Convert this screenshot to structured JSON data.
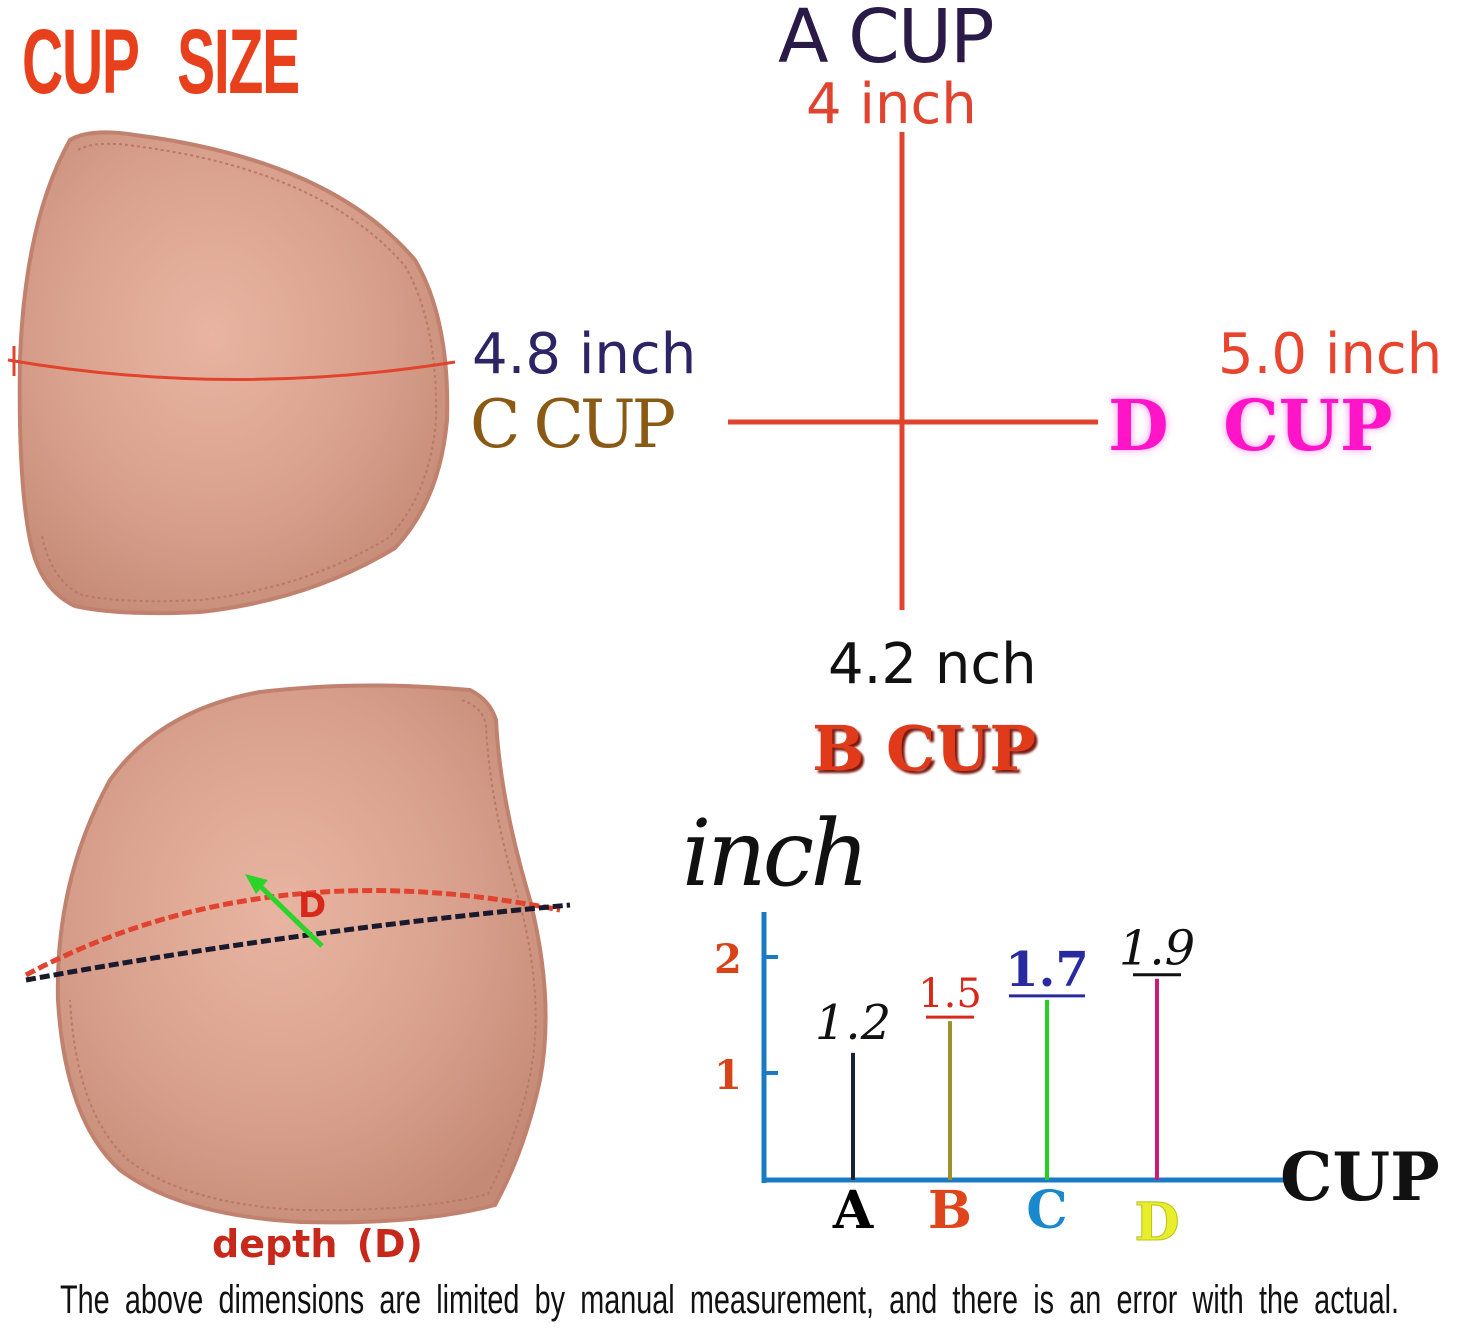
{
  "title": "CUP SIZE",
  "footer_note": "The above dimensions are limited by manual measurement, and there is an error with the actual.",
  "diagram": {
    "top": {
      "measure": "4 inch",
      "cup": "A CUP"
    },
    "bottom": {
      "measure": "4.2 nch",
      "cup": "B CUP"
    },
    "left": {
      "measure": "4.8 inch",
      "cup": "C CUP"
    },
    "right": {
      "measure": "5.0 inch",
      "cup": "D CUP"
    },
    "depth_label": "depth (D)",
    "depth_marker": "D"
  },
  "colors": {
    "title": "#e8401c",
    "cross_lines": "#e0442e",
    "pad": "#dba390",
    "a_cup": "#2a1a48",
    "b_cup": "#e03a1a",
    "c_measure": "#2d2466",
    "c_cup": "#8a5a14",
    "d_measure": "#e8442e",
    "d_cup": "#ff14c8",
    "axis": "#1a7bc4"
  },
  "chart_data": {
    "type": "bar",
    "title": "",
    "ylabel": "inch",
    "xlabel": "CUP",
    "ylim": [
      0,
      2
    ],
    "yticks": [
      1,
      2
    ],
    "categories": [
      "A",
      "B",
      "C",
      "D"
    ],
    "values": [
      1.2,
      1.5,
      1.7,
      1.9
    ],
    "value_labels": [
      "1.2",
      "1.5",
      "1.7",
      "1.9"
    ],
    "bar_colors": [
      "#1a2238",
      "#a0902a",
      "#22d022",
      "#cc1a78"
    ],
    "category_colors": [
      "#000000",
      "#e0441a",
      "#1a88cc",
      "#e8ee2a"
    ],
    "value_label_colors": [
      "#111111",
      "#d8281a",
      "#2a2aa0",
      "#111111"
    ]
  }
}
